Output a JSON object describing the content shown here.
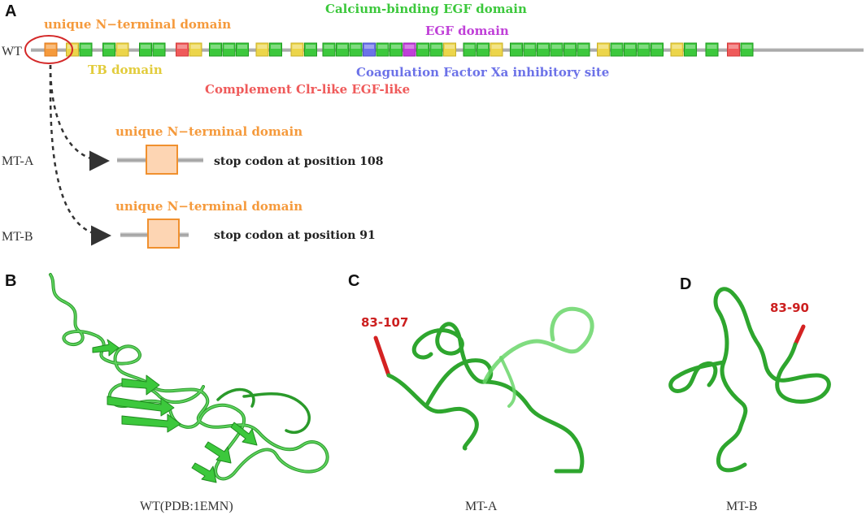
{
  "panels": {
    "a": "A",
    "b": "B",
    "c": "C",
    "d": "D"
  },
  "panel_a": {
    "wt_label": "WT",
    "mta_label": "MT-A",
    "mtb_label": "MT-B",
    "domain_labels": {
      "unique_n": "unique N−terminal domain",
      "calcium_egf": "Calcium-binding EGF domain",
      "egf": "EGF domain",
      "tb": "TB domain",
      "complement": "Complement Clr-like EGF-like",
      "coagulation": "Coagulation Factor Xa inhibitory site"
    },
    "mta_domain_label": "unique N−terminal domain",
    "mtb_domain_label": "unique N−terminal domain",
    "mta_stop": "stop codon at position 108",
    "mtb_stop": "stop codon at position 91",
    "domain_colors": {
      "unique_n": "#f59a3c",
      "calcium_egf": "#3cc83c",
      "egf": "#c040d8",
      "tb": "#ecd54a",
      "complement": "#ef5a5a",
      "coagulation": "#6c72e8",
      "circle": "#d42a2a"
    },
    "wt_domain_order": [
      "unique_n",
      "tb",
      "calcium_egf",
      "calcium_egf",
      "tb",
      "calcium_egf",
      "calcium_egf",
      "complement",
      "tb",
      "calcium_egf",
      "calcium_egf",
      "calcium_egf",
      "tb",
      "calcium_egf",
      "tb",
      "calcium_egf",
      "calcium_egf",
      "calcium_egf",
      "calcium_egf",
      "coagulation",
      "calcium_egf",
      "calcium_egf",
      "egf",
      "calcium_egf",
      "calcium_egf",
      "tb",
      "calcium_egf",
      "calcium_egf",
      "tb",
      "calcium_egf",
      "calcium_egf",
      "calcium_egf",
      "calcium_egf",
      "calcium_egf",
      "calcium_egf",
      "tb",
      "calcium_egf",
      "calcium_egf",
      "calcium_egf",
      "calcium_egf",
      "tb",
      "calcium_egf",
      "calcium_egf",
      "complement",
      "calcium_egf"
    ]
  },
  "panel_b": {
    "caption": "WT(PDB:1EMN)"
  },
  "panel_c": {
    "caption": "MT-A",
    "residue_label": "83-107"
  },
  "panel_d": {
    "caption": "MT-B",
    "residue_label": "83-90"
  }
}
